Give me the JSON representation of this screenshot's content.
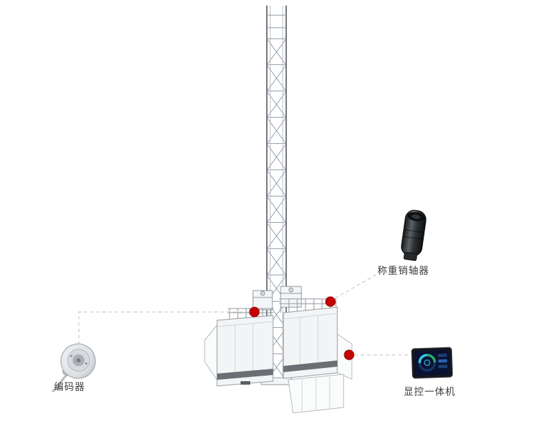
{
  "diagram": {
    "components": {
      "load_pin": {
        "label": "称重销轴器"
      },
      "encoder": {
        "label": "编码器"
      },
      "display": {
        "label": "显控一体机"
      }
    },
    "colors": {
      "marker": "#c40000",
      "connector": "#c9c9c9",
      "structure": "#8f969c"
    }
  }
}
